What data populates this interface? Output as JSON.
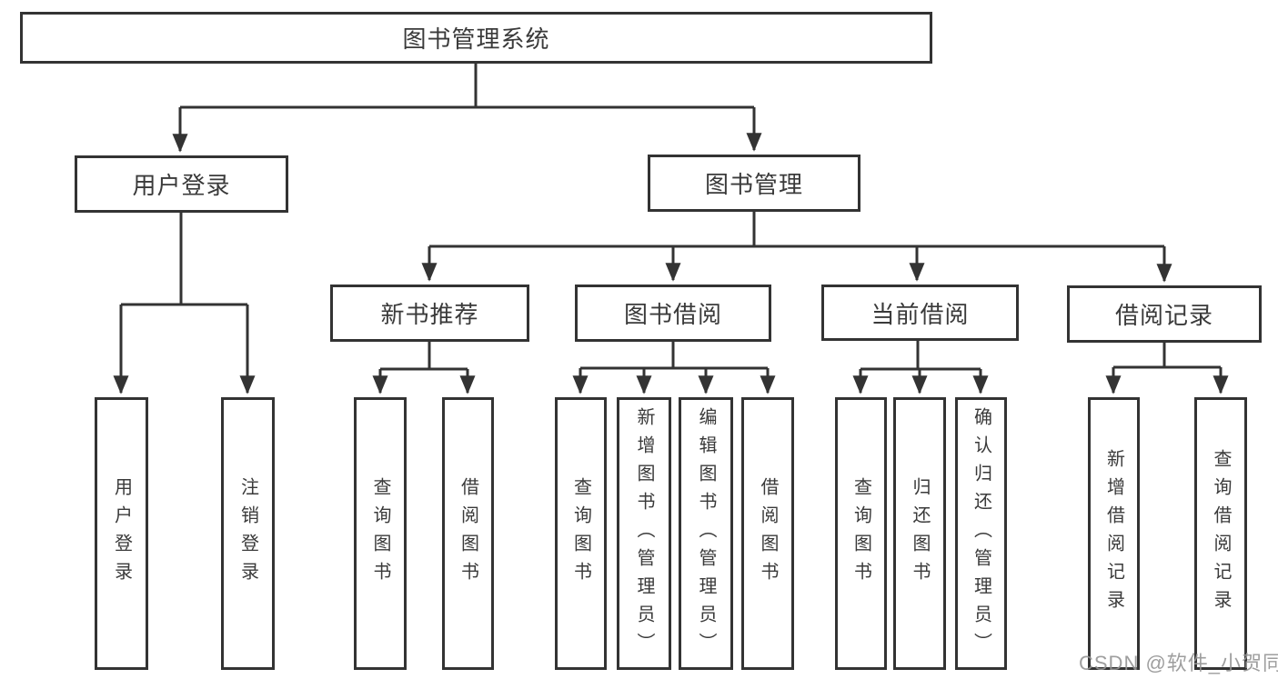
{
  "diagram": {
    "root": {
      "label": "图书管理系统"
    },
    "branches": [
      {
        "label": "用户登录",
        "children": [
          {
            "label": "用户登录"
          },
          {
            "label": "注销登录"
          }
        ]
      },
      {
        "label": "图书管理",
        "children": [
          {
            "label": "新书推荐",
            "children": [
              {
                "label": "查询图书"
              },
              {
                "label": "借阅图书"
              }
            ]
          },
          {
            "label": "图书借阅",
            "children": [
              {
                "label": "查询图书"
              },
              {
                "label": "新增图书（管理员）"
              },
              {
                "label": "编辑图书（管理员）"
              },
              {
                "label": "借阅图书"
              }
            ]
          },
          {
            "label": "当前借阅",
            "children": [
              {
                "label": "查询图书"
              },
              {
                "label": "归还图书"
              },
              {
                "label": "确认归还（管理员）"
              }
            ]
          },
          {
            "label": "借阅记录",
            "children": [
              {
                "label": "新增借阅记录"
              },
              {
                "label": "查询借阅记录"
              }
            ]
          }
        ]
      }
    ]
  },
  "watermark": {
    "text": "CSDN @软件_小贺同学"
  },
  "colors": {
    "line": "#333333",
    "text": "#3a3a3a",
    "background": "#ffffff",
    "watermark": "#949494"
  }
}
